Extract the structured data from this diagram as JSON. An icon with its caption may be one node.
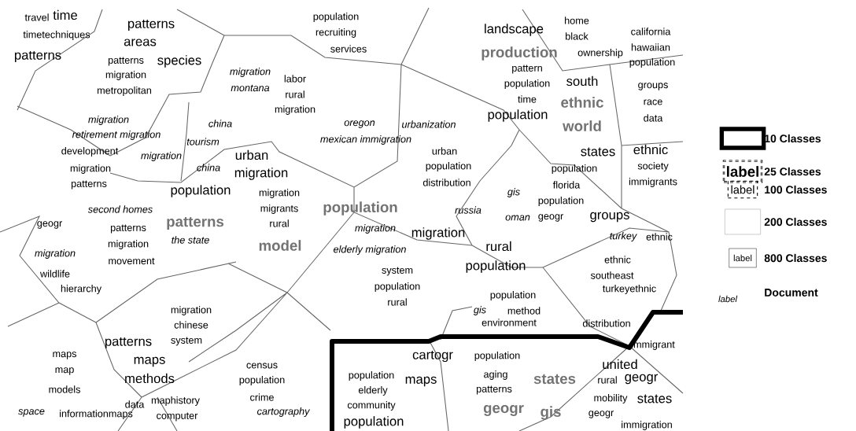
{
  "diagram": {
    "labels": [
      "travel",
      "time",
      "timetechniques",
      "patterns",
      "areas",
      "patterns",
      "patterns",
      "species",
      "migration",
      "metropolitan",
      "population",
      "recruiting",
      "services",
      "landscape",
      "home",
      "black",
      "production",
      "ownership",
      "california",
      "hawaiian",
      "population",
      "migration",
      "labor",
      "montana",
      "rural",
      "migration",
      "pattern",
      "population",
      "south",
      "groups",
      "time",
      "ethnic",
      "race",
      "migration",
      "china",
      "oregon",
      "urbanization",
      "population",
      "world",
      "data",
      "retirement migration",
      "tourism",
      "mexican immigration",
      "development",
      "migration",
      "urban",
      "urban",
      "states",
      "ethnic",
      "migration",
      "china",
      "migration",
      "population",
      "population",
      "society",
      "patterns",
      "population",
      "migration",
      "distribution",
      "gis",
      "florida",
      "immigrants",
      "population",
      "second homes",
      "migrants",
      "population",
      "russia",
      "geogr",
      "patterns",
      "patterns",
      "rural",
      "migration",
      "migration",
      "oman",
      "geogr",
      "groups",
      "migration",
      "the state",
      "model",
      "elderly migration",
      "rural",
      "turkey",
      "ethnic",
      "migration",
      "movement",
      "population",
      "ethnic",
      "wildlife",
      "system",
      "southeast",
      "hierarchy",
      "population",
      "population",
      "turkeyethnic",
      "rural",
      "migration",
      "gis",
      "method",
      "chinese",
      "environment",
      "distribution",
      "patterns",
      "system",
      "immigrant",
      "maps",
      "maps",
      "census",
      "cartogr",
      "population",
      "united",
      "map",
      "methods",
      "population",
      "population",
      "maps",
      "aging",
      "states",
      "rural",
      "geogr",
      "models",
      "elderly",
      "patterns",
      "data",
      "maphistory",
      "crime",
      "community",
      "mobility",
      "states",
      "space",
      "informationmaps",
      "computer",
      "cartography",
      "geogr",
      "gis",
      "geogr",
      "population",
      "immigration",
      "label",
      "label",
      "label",
      "label"
    ],
    "legend": [
      {
        "text": "10 Classes"
      },
      {
        "text": "25 Classes"
      },
      {
        "text": "100 Classes"
      },
      {
        "text": "200 Classes"
      },
      {
        "text": "800 Classes"
      },
      {
        "text": "Document"
      }
    ]
  }
}
